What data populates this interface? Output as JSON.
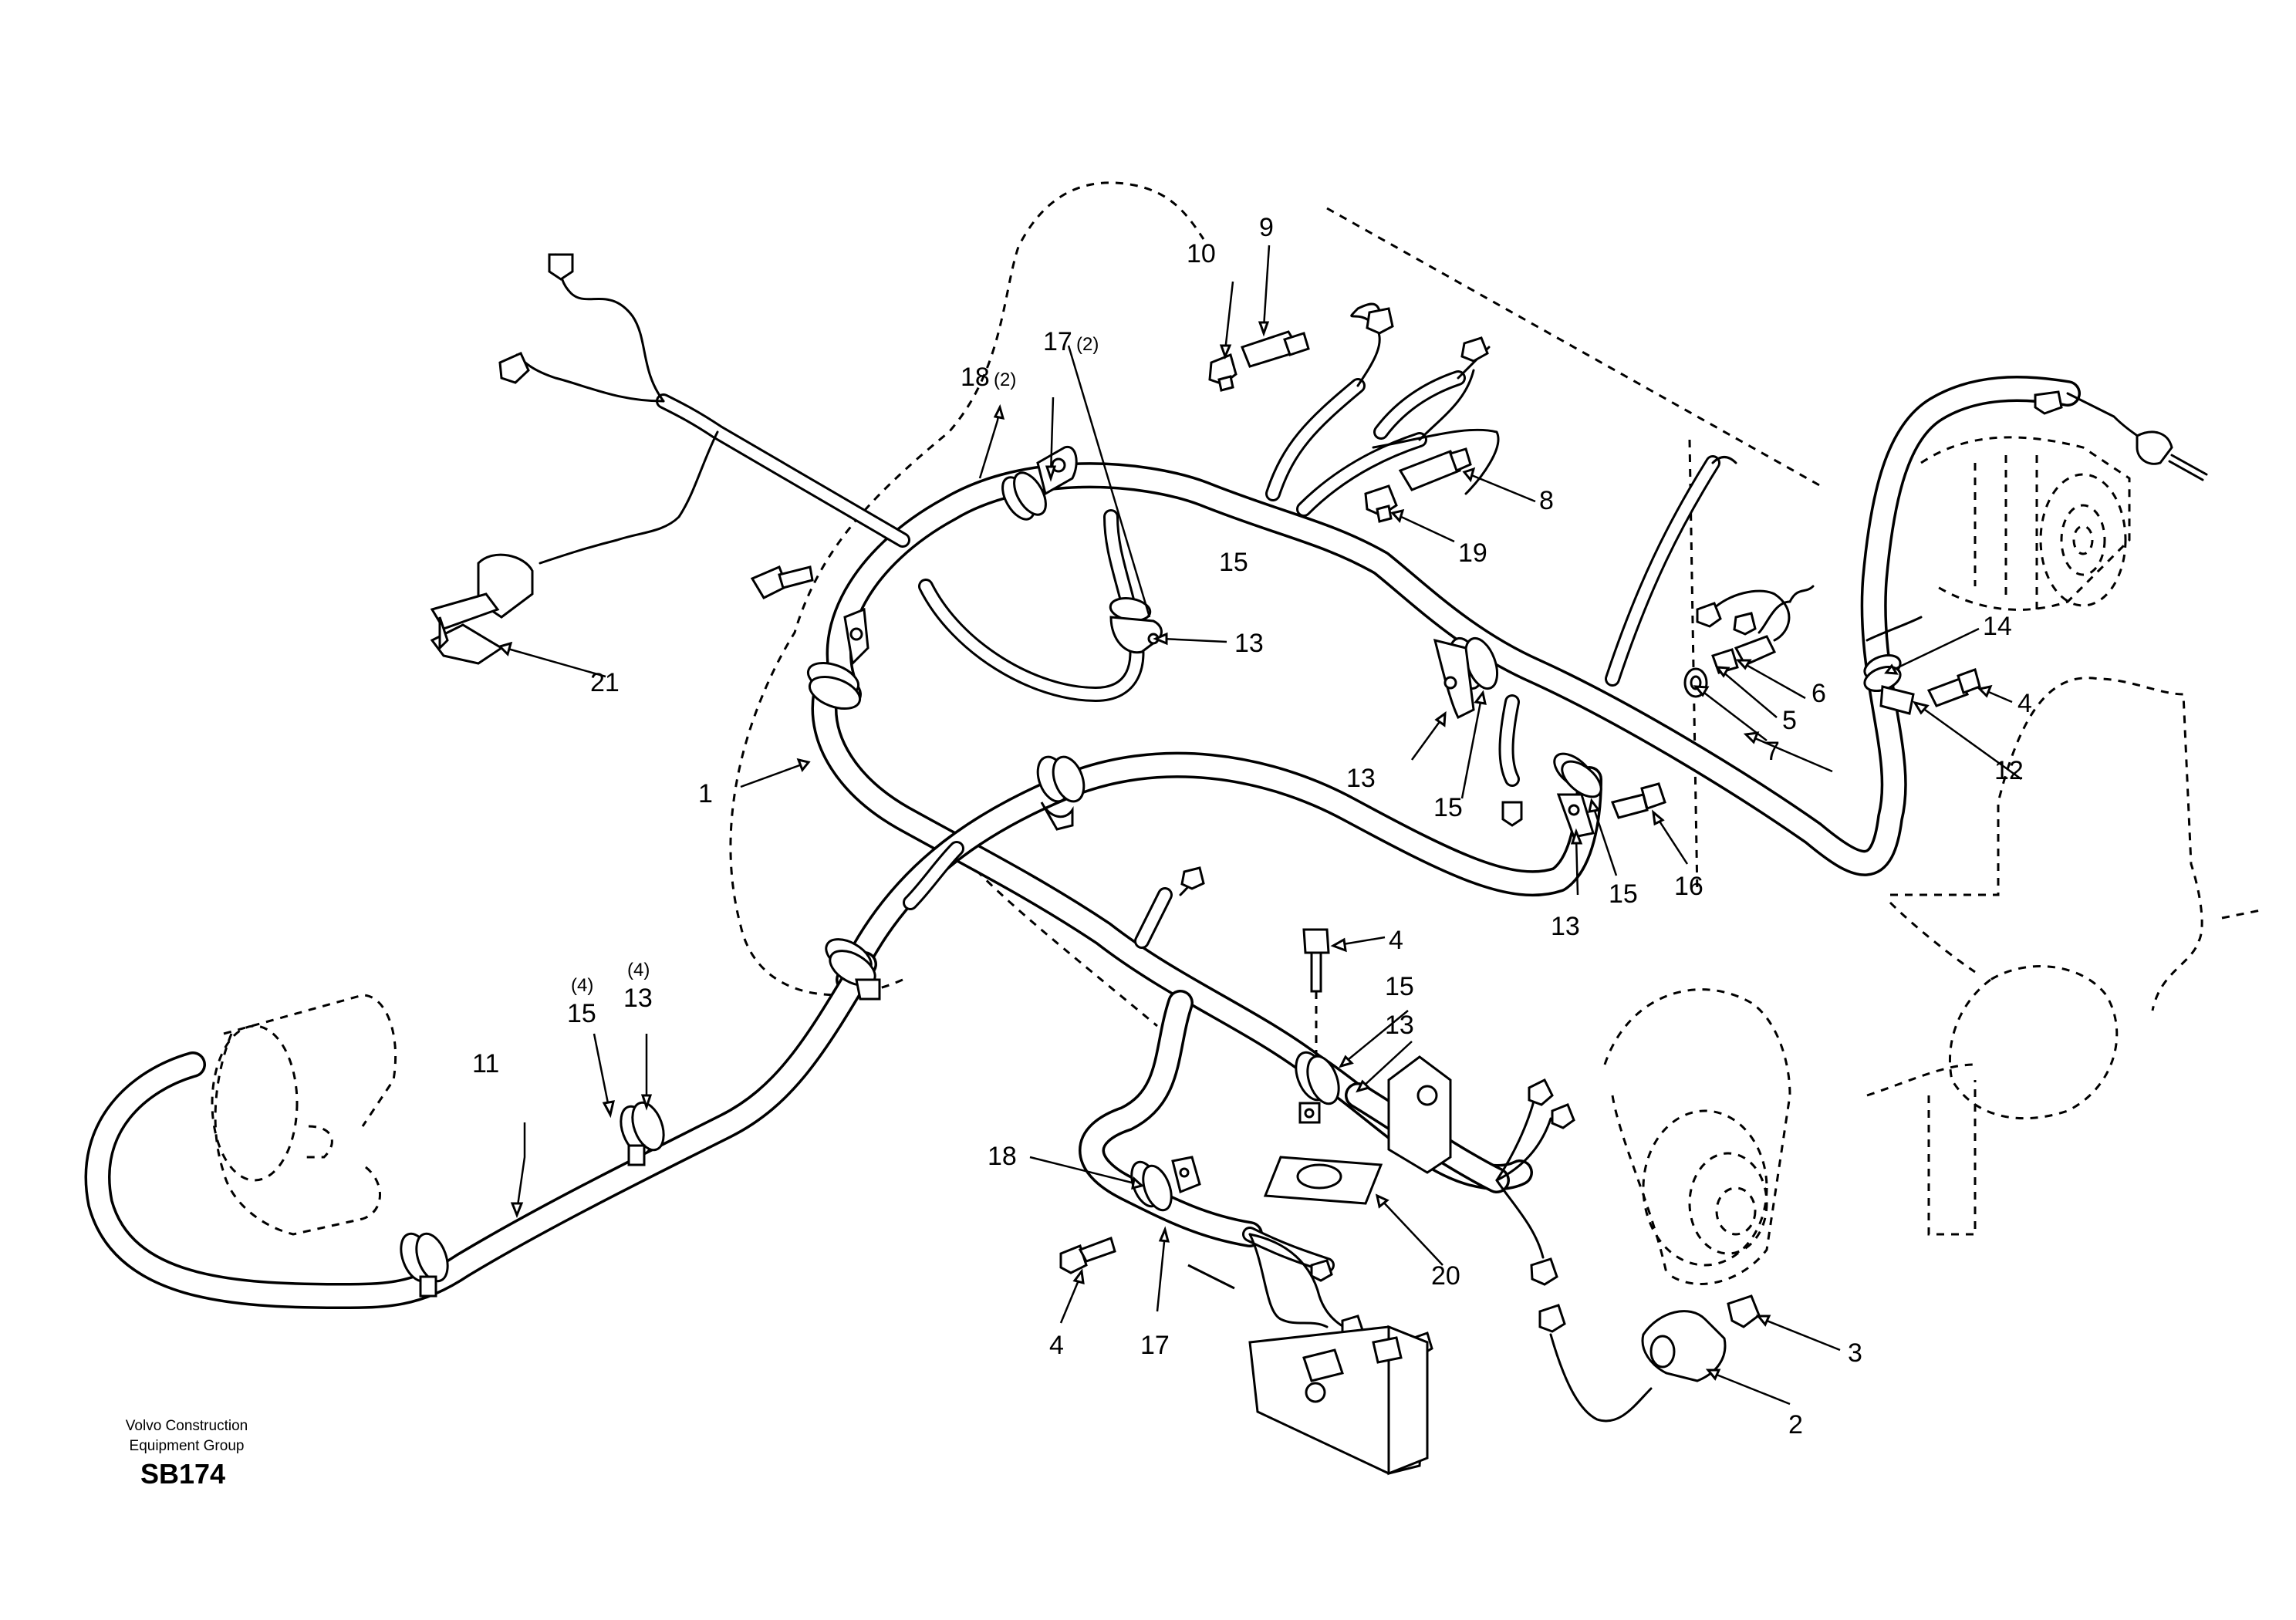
{
  "diagram": {
    "type": "parts-exploded-view",
    "callouts": [
      {
        "id": "c1",
        "text": "1"
      },
      {
        "id": "c2",
        "text": "2"
      },
      {
        "id": "c3",
        "text": "3"
      },
      {
        "id": "c4a",
        "text": "4"
      },
      {
        "id": "c4b",
        "text": "4"
      },
      {
        "id": "c4c",
        "text": "4"
      },
      {
        "id": "c5",
        "text": "5"
      },
      {
        "id": "c6",
        "text": "6"
      },
      {
        "id": "c7",
        "text": "7"
      },
      {
        "id": "c8",
        "text": "8"
      },
      {
        "id": "c9",
        "text": "9"
      },
      {
        "id": "c10",
        "text": "10"
      },
      {
        "id": "c11",
        "text": "11"
      },
      {
        "id": "c12",
        "text": "12"
      },
      {
        "id": "c13a",
        "text": "13"
      },
      {
        "id": "c13b",
        "text": "13"
      },
      {
        "id": "c13c",
        "text": "13"
      },
      {
        "id": "c13d",
        "text": "13"
      },
      {
        "id": "c13e",
        "text": "13"
      },
      {
        "id": "c14",
        "text": "14"
      },
      {
        "id": "c15a",
        "text": "15"
      },
      {
        "id": "c15b",
        "text": "15"
      },
      {
        "id": "c15c",
        "text": "15"
      },
      {
        "id": "c15d",
        "text": "15"
      },
      {
        "id": "c15e",
        "text": "15"
      },
      {
        "id": "c16",
        "text": "16"
      },
      {
        "id": "c17",
        "text": "17"
      },
      {
        "id": "c17q",
        "text": "17",
        "qty": "(2)"
      },
      {
        "id": "c18",
        "text": "18"
      },
      {
        "id": "c18q",
        "text": "18",
        "qty": "(2)"
      },
      {
        "id": "c19",
        "text": "19"
      },
      {
        "id": "c20",
        "text": "20"
      },
      {
        "id": "c21",
        "text": "21"
      }
    ],
    "qty_marks": [
      {
        "id": "q15",
        "text": "(4)"
      },
      {
        "id": "q13",
        "text": "(4)"
      }
    ]
  },
  "footer": {
    "company_line1": "Volvo Construction",
    "company_line2": "Equipment Group",
    "code": "SB174"
  }
}
